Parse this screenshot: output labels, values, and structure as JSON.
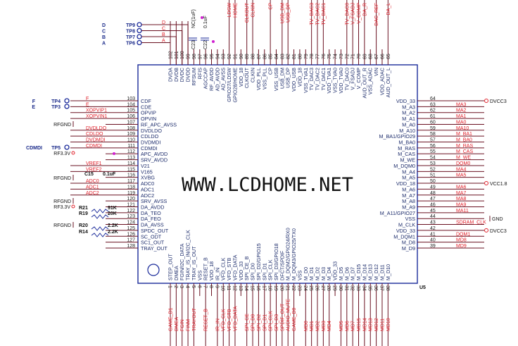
{
  "chip": {
    "designator": "U5",
    "watermark": "WWW.LCDHOME.NET",
    "top_pins": [
      {
        "num": "102",
        "name": "DVDA",
        "net": "A"
      },
      {
        "num": "101",
        "name": "DVDB",
        "net": "B"
      },
      {
        "num": "100",
        "name": "DVDC",
        "net": "C"
      },
      {
        "num": "99",
        "name": "DVDD",
        "net": "D"
      },
      {
        "num": "98",
        "name": "RFSUM",
        "net": ""
      },
      {
        "num": "97",
        "name": "RFIS",
        "net": ""
      },
      {
        "num": "96",
        "name": "AGCCAP",
        "net": ""
      },
      {
        "num": "95",
        "name": "RF_AVDD",
        "net": ""
      },
      {
        "num": "94",
        "name": "AD_AVDD",
        "net": ""
      },
      {
        "num": "93",
        "name": "AD_AVSS",
        "net": ""
      },
      {
        "num": "92",
        "name": "GPIO27/LDSW",
        "net": "LDSW"
      },
      {
        "num": "91",
        "name": "GPIO28/HOME",
        "net": "HOME"
      },
      {
        "num": "90",
        "name": "VDD_18",
        "net": ""
      },
      {
        "num": "89",
        "name": "CLKOUT",
        "net": "CLKOUT"
      },
      {
        "num": "88",
        "name": "CLKIN",
        "net": "CLKIN"
      },
      {
        "num": "87",
        "name": "VDD_PLL",
        "net": ""
      },
      {
        "num": "86",
        "name": "VSS_PLL",
        "net": ""
      },
      {
        "num": "85",
        "name": "CP",
        "net": "CP"
      },
      {
        "num": "84",
        "name": "VSS_USB",
        "net": ""
      },
      {
        "num": "83",
        "name": "USB_DM",
        "net": "USB_DM"
      },
      {
        "num": "82",
        "name": "USB_DP",
        "net": "USB_DP"
      },
      {
        "num": "81",
        "name": "VDD_USB",
        "net": ""
      },
      {
        "num": "80",
        "name": "VDD_18",
        "net": ""
      },
      {
        "num": "79",
        "name": "VSS_TVA1",
        "net": ""
      },
      {
        "num": "78",
        "name": "TV_DAC3",
        "net": "TV_DAC3"
      },
      {
        "num": "77",
        "name": "TV_DAC2",
        "net": "TV_DAC2"
      },
      {
        "num": "76",
        "name": "TV_DAC1",
        "net": "TV_DAC1"
      },
      {
        "num": "75",
        "name": "VDD_TVA1",
        "net": ""
      },
      {
        "num": "74",
        "name": "VSS_TVA0",
        "net": ""
      },
      {
        "num": "73",
        "name": "VDD_TVA0",
        "net": ""
      },
      {
        "num": "72",
        "name": "TV_DAC0",
        "net": "TV_DAC0"
      },
      {
        "num": "71",
        "name": "V_FSADJ",
        "net": "V_FSADJ"
      },
      {
        "num": "70",
        "name": "V_COMP",
        "net": "V_COMP"
      },
      {
        "num": "69",
        "name": "AUD_OUT_R",
        "net": "DA_R"
      },
      {
        "num": "68",
        "name": "VSS_ADAC",
        "net": ""
      },
      {
        "num": "67",
        "name": "VIN",
        "net": "DAC_REF"
      },
      {
        "num": "66",
        "name": "VDD_ADAC",
        "net": ""
      },
      {
        "num": "65",
        "name": "AUD_OUT_L",
        "net": "DA_L"
      }
    ],
    "bottom_pins": [
      {
        "num": "1",
        "name": "STEP_OUT",
        "net": "GAME_D1"
      },
      {
        "num": "2",
        "name": "DMEA",
        "net": "DMEA"
      },
      {
        "num": "3",
        "name": "FGIN/I2C_DATA",
        "net": "FGIN"
      },
      {
        "num": "4",
        "name": "TRAY_IS_IN/I2C_CLK",
        "net": "FINM"
      },
      {
        "num": "5",
        "name": "TRAY_IS_OUT",
        "net": "TRAYOUT"
      },
      {
        "num": "6",
        "name": "VSS",
        "net": ""
      },
      {
        "num": "7",
        "name": "RESET_B",
        "net": "RESET_B"
      },
      {
        "num": "8",
        "name": "VDD_18",
        "net": ""
      },
      {
        "num": "9",
        "name": "IR_IN",
        "net": "IR_IN"
      },
      {
        "num": "10",
        "name": "VFD_CLK",
        "net": "VFD_CLK"
      },
      {
        "num": "11",
        "name": "VFD_STB",
        "net": "VFD_STB"
      },
      {
        "num": "12",
        "name": "VFD_DATA",
        "net": "VFD_DATA"
      },
      {
        "num": "13",
        "name": "VDD_33",
        "net": ""
      },
      {
        "num": "14",
        "name": "SPI_CE_B",
        "net": "SPI_CE"
      },
      {
        "num": "15",
        "name": "SPI_D0",
        "net": "SPI_D0"
      },
      {
        "num": "16",
        "name": "SPI_D2/GPIO15",
        "net": "SPI_D2"
      },
      {
        "num": "17",
        "name": "SPI_D1",
        "net": "SPI_D1"
      },
      {
        "num": "18",
        "name": "SPI_CLK",
        "net": "SPI_CLK"
      },
      {
        "num": "19",
        "name": "SPI_D3/GPIO18",
        "net": "SPI_D3"
      },
      {
        "num": "20",
        "name": "DFCT/SPDIF",
        "net": "SPDIF_OUT"
      },
      {
        "num": "21",
        "name": "M_DQM2/GPIO24/RX0",
        "net": "AUDIO_MUTE"
      },
      {
        "num": "22",
        "name": "M_DQM3/GPIO25/TX0",
        "net": "GAME_D0"
      },
      {
        "num": "23",
        "name": "VSS",
        "net": ""
      },
      {
        "num": "24",
        "name": "M_D0",
        "net": "MD0"
      },
      {
        "num": "25",
        "name": "M_D1",
        "net": "MD1"
      },
      {
        "num": "26",
        "name": "M_D2",
        "net": "MD2"
      },
      {
        "num": "27",
        "name": "M_D3",
        "net": "MD3"
      },
      {
        "num": "28",
        "name": "M_D4",
        "net": "MD4"
      },
      {
        "num": "29",
        "name": "VDD_33",
        "net": ""
      },
      {
        "num": "30",
        "name": "M_D5",
        "net": "MD5"
      },
      {
        "num": "31",
        "name": "M_D6",
        "net": "MD6"
      },
      {
        "num": "32",
        "name": "M_D7",
        "net": "MD7"
      },
      {
        "num": "33",
        "name": "M_D15",
        "net": "MD15"
      },
      {
        "num": "34",
        "name": "M_D14",
        "net": "MD14"
      },
      {
        "num": "35",
        "name": "M_D13",
        "net": "MD13"
      },
      {
        "num": "36",
        "name": "M_D12",
        "net": "MD12"
      },
      {
        "num": "37",
        "name": "M_D11",
        "net": "MD11"
      },
      {
        "num": "38",
        "name": "M_D10",
        "net": "MD10"
      }
    ],
    "left_pins": [
      {
        "num": "103",
        "name": "CDF",
        "net": "F"
      },
      {
        "num": "104",
        "name": "CDE",
        "net": "E"
      },
      {
        "num": "105",
        "name": "OPVIP",
        "net": "XOPVIP1"
      },
      {
        "num": "106",
        "name": "OPVIN",
        "net": "XOPVIN1"
      },
      {
        "num": "107",
        "name": "RF_APC_AVSS",
        "net": ""
      },
      {
        "num": "108",
        "name": "DVDLDO",
        "net": "DVDLDO"
      },
      {
        "num": "109",
        "name": "CDLDO",
        "net": "CDLDO"
      },
      {
        "num": "110",
        "name": "DVDMDI",
        "net": "DVDMDI"
      },
      {
        "num": "111",
        "name": "CDMDI",
        "net": "CDMDI"
      },
      {
        "num": "112",
        "name": "APC_AVDD",
        "net": ""
      },
      {
        "num": "113",
        "name": "SRV_AVDD",
        "net": ""
      },
      {
        "num": "114",
        "name": "V21",
        "net": "VREF1"
      },
      {
        "num": "115",
        "name": "V165",
        "net": "VREF2"
      },
      {
        "num": "116",
        "name": "XVBG",
        "net": ""
      },
      {
        "num": "117",
        "name": "ADC0",
        "net": "ADC0"
      },
      {
        "num": "118",
        "name": "ADC1",
        "net": "ADC1"
      },
      {
        "num": "119",
        "name": "ADC2",
        "net": "ADC2"
      },
      {
        "num": "120",
        "name": "SRV_AVSS",
        "net": ""
      },
      {
        "num": "121",
        "name": "DA_AVDD",
        "net": ""
      },
      {
        "num": "122",
        "name": "DA_TEO",
        "net": ""
      },
      {
        "num": "123",
        "name": "DA_FEO",
        "net": ""
      },
      {
        "num": "124",
        "name": "DA_AVSS",
        "net": ""
      },
      {
        "num": "125",
        "name": "SPDC_OUT",
        "net": ""
      },
      {
        "num": "126",
        "name": "SC_ODT",
        "net": ""
      },
      {
        "num": "127",
        "name": "SC1_OUT",
        "net": ""
      },
      {
        "num": "128",
        "name": "TRAY_OUT",
        "net": ""
      }
    ],
    "right_pins": [
      {
        "num": "64",
        "name": "VDD_33",
        "net": ""
      },
      {
        "num": "63",
        "name": "M_A3",
        "net": "MA3"
      },
      {
        "num": "62",
        "name": "M_A2",
        "net": "MA2"
      },
      {
        "num": "61",
        "name": "M_A1",
        "net": "MA1"
      },
      {
        "num": "60",
        "name": "M_A0",
        "net": "MA0"
      },
      {
        "num": "59",
        "name": "M_A10",
        "net": "MA10"
      },
      {
        "num": "58",
        "name": "M_BA1/GPIO29",
        "net": "M_BA1"
      },
      {
        "num": "57",
        "name": "M_BA0",
        "net": "M_BA0"
      },
      {
        "num": "56",
        "name": "M_RAS",
        "net": "M_RAS"
      },
      {
        "num": "55",
        "name": "M_CAS",
        "net": "M_CAS"
      },
      {
        "num": "54",
        "name": "M_WE",
        "net": "M_WE"
      },
      {
        "num": "53",
        "name": "M_DQM0",
        "net": "DQM0"
      },
      {
        "num": "52",
        "name": "M_A4",
        "net": "MA4"
      },
      {
        "num": "51",
        "name": "M_A5",
        "net": "MA5"
      },
      {
        "num": "50",
        "name": "VDD_18",
        "net": ""
      },
      {
        "num": "49",
        "name": "M_A6",
        "net": "MA6"
      },
      {
        "num": "48",
        "name": "M_A7",
        "net": "MA7"
      },
      {
        "num": "47",
        "name": "M_A8",
        "net": "MA8"
      },
      {
        "num": "46",
        "name": "M_A9",
        "net": "MA9"
      },
      {
        "num": "45",
        "name": "M_A11/GPIO27",
        "net": "MA11"
      },
      {
        "num": "44",
        "name": "VSS",
        "net": ""
      },
      {
        "num": "43",
        "name": "M_CLK",
        "net": "SDRAM_CLK"
      },
      {
        "num": "42",
        "name": "VDD_33",
        "net": ""
      },
      {
        "num": "41",
        "name": "M_DQM1",
        "net": "DQM1"
      },
      {
        "num": "40",
        "name": "M_D8",
        "net": "MD8"
      },
      {
        "num": "39",
        "name": "M_D9",
        "net": "MD9"
      }
    ]
  },
  "annotations": {
    "tp_top": [
      "TP9",
      "TP8",
      "TP7",
      "TP6"
    ],
    "tp_top_nets": [
      "D",
      "C",
      "B",
      "A"
    ],
    "tp_left": [
      {
        "name": "TP4",
        "net": "F"
      },
      {
        "name": "TP3",
        "net": "E"
      },
      {
        "name": "TP5",
        "net": "CDMDI"
      }
    ],
    "caps_top": [
      {
        "ref": "C23",
        "value": "NC(1uF)"
      },
      {
        "ref": "C22",
        "value": "0.1uF"
      }
    ],
    "c15": {
      "ref": "C15",
      "value": "0.1uF"
    },
    "resistors": [
      {
        "ref": "R21",
        "value": "91K"
      },
      {
        "ref": "R19",
        "value": "20K"
      },
      {
        "ref": "R20",
        "value": "2.2K"
      },
      {
        "ref": "R14",
        "value": "2.2K"
      }
    ],
    "rfgnd": "RFGND",
    "rf33": "RF3.3V",
    "power_right": [
      {
        "pin": "64",
        "label": "DVCC3"
      },
      {
        "pin": "50",
        "label": "VCC1.8"
      },
      {
        "pin": "42",
        "label": "DVCC3"
      }
    ],
    "gnd_right": "GND"
  }
}
